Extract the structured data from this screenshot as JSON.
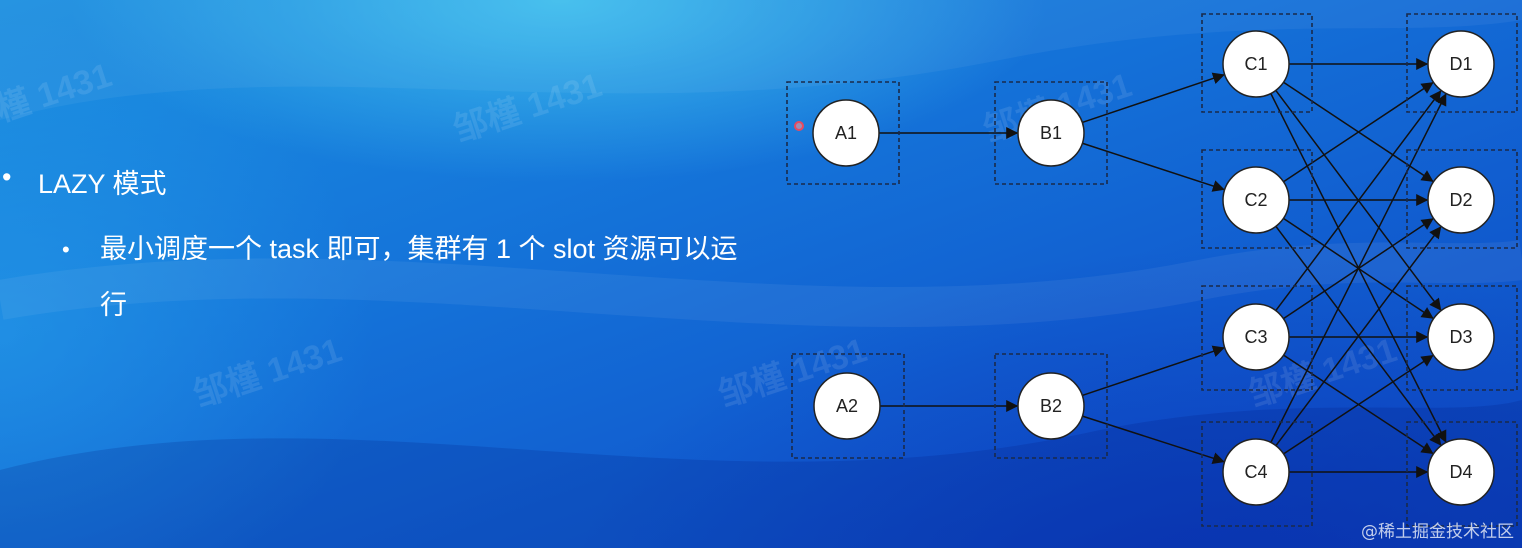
{
  "slide": {
    "bullet_1": "LAZY 模式",
    "bullet_2": "最小调度一个 task 即可，集群有 1 个 slot 资源可以运行",
    "watermark": "邹槿 1431",
    "credit": "@稀土掘金技术社区",
    "bullet_glyph": "•"
  },
  "diagram": {
    "nodes": [
      {
        "id": "A1",
        "label": "A1"
      },
      {
        "id": "B1",
        "label": "B1"
      },
      {
        "id": "A2",
        "label": "A2"
      },
      {
        "id": "B2",
        "label": "B2"
      },
      {
        "id": "C1",
        "label": "C1"
      },
      {
        "id": "C2",
        "label": "C2"
      },
      {
        "id": "C3",
        "label": "C3"
      },
      {
        "id": "C4",
        "label": "C4"
      },
      {
        "id": "D1",
        "label": "D1"
      },
      {
        "id": "D2",
        "label": "D2"
      },
      {
        "id": "D3",
        "label": "D3"
      },
      {
        "id": "D4",
        "label": "D4"
      }
    ],
    "edges": [
      [
        "A1",
        "B1"
      ],
      [
        "B1",
        "C1"
      ],
      [
        "B1",
        "C2"
      ],
      [
        "A2",
        "B2"
      ],
      [
        "B2",
        "C3"
      ],
      [
        "B2",
        "C4"
      ],
      [
        "C1",
        "D1"
      ],
      [
        "C1",
        "D2"
      ],
      [
        "C1",
        "D3"
      ],
      [
        "C1",
        "D4"
      ],
      [
        "C2",
        "D1"
      ],
      [
        "C2",
        "D2"
      ],
      [
        "C2",
        "D3"
      ],
      [
        "C2",
        "D4"
      ],
      [
        "C3",
        "D1"
      ],
      [
        "C3",
        "D2"
      ],
      [
        "C3",
        "D3"
      ],
      [
        "C3",
        "D4"
      ],
      [
        "C4",
        "D1"
      ],
      [
        "C4",
        "D2"
      ],
      [
        "C4",
        "D3"
      ],
      [
        "C4",
        "D4"
      ]
    ]
  },
  "colors": {
    "node_fill": "#ffffff",
    "node_stroke": "#222222",
    "edge": "#111111",
    "dashed_box": "#1a2a4a"
  }
}
